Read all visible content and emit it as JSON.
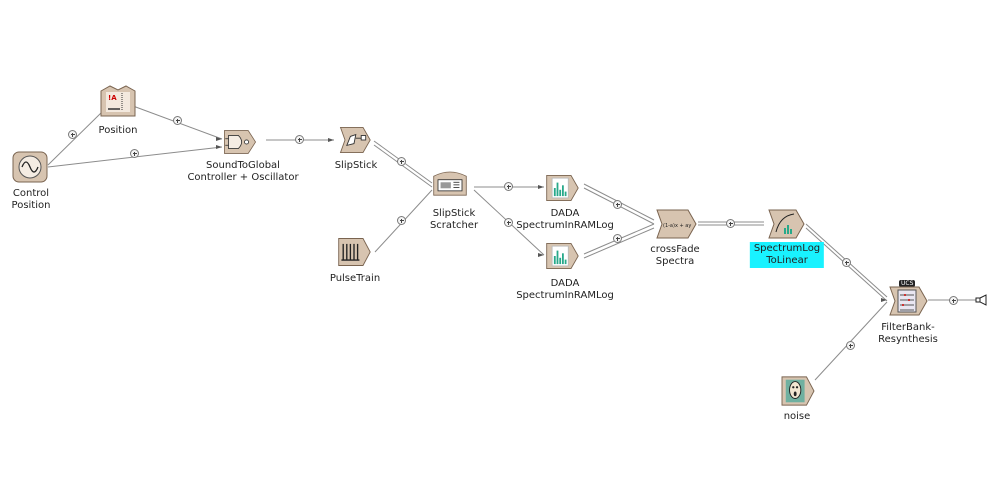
{
  "nodes": {
    "control_position": {
      "label_line1": "Control",
      "label_line2": "Position"
    },
    "position": {
      "label_line1": "Position",
      "icon_text": "!A"
    },
    "sound_to_global": {
      "label_line1": "SoundToGlobal",
      "label_line2": "Controller + Oscillator"
    },
    "slipstick": {
      "label_line1": "SlipStick"
    },
    "pulsetrain": {
      "label_line1": "PulseTrain"
    },
    "slipstick_scratcher": {
      "label_line1": "SlipStick",
      "label_line2": "Scratcher"
    },
    "dada_top": {
      "label_line1": "DADA",
      "label_line2": "SpectrumInRAMLog"
    },
    "dada_bottom": {
      "label_line1": "DADA",
      "label_line2": "SpectrumInRAMLog"
    },
    "crossfade": {
      "label_line1": "crossFade",
      "label_line2": "Spectra",
      "icon_text": "(1-a)x + ay"
    },
    "spectrum_log_to_linear": {
      "label_line1": "SpectrumLog",
      "label_line2": "ToLinear",
      "highlight": "#19f2ff"
    },
    "filterbank": {
      "label_line1": "FilterBank-",
      "label_line2": "Resynthesis",
      "badge": "UCS"
    },
    "noise": {
      "label_line1": "noise"
    }
  },
  "output": {
    "icon": "speaker-icon"
  }
}
